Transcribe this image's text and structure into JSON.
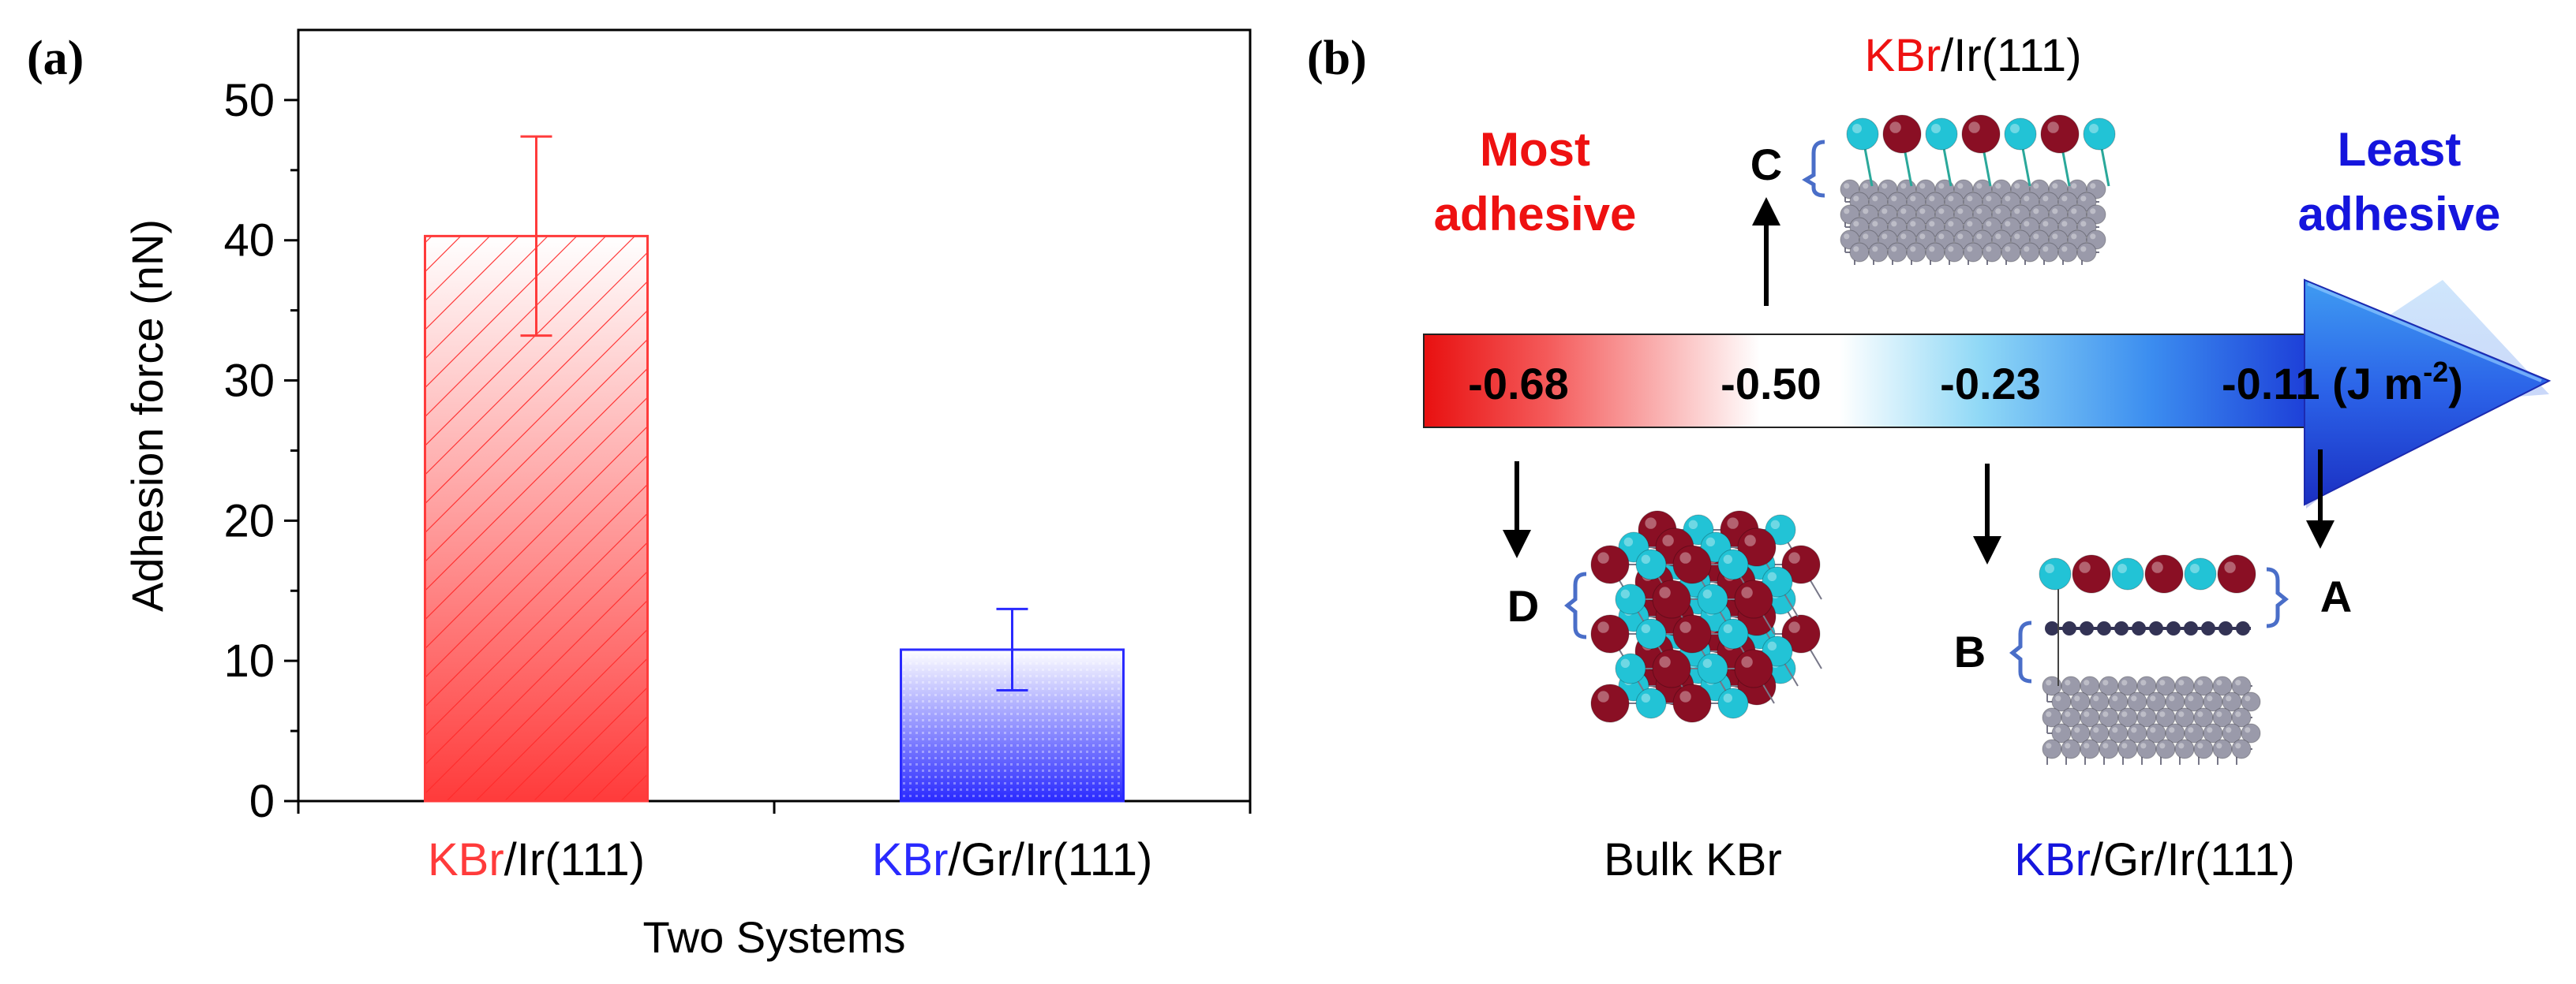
{
  "panel_a": {
    "label": "(a)",
    "chart_data": {
      "type": "bar",
      "categories": [
        "KBr/Ir(111)",
        "KBr/Gr/Ir(111)"
      ],
      "category_labels": [
        {
          "highlight": "KBr",
          "rest": "/Ir(111)"
        },
        {
          "highlight": "KBr",
          "rest": "/Gr/Ir(111)"
        }
      ],
      "values": [
        40.3,
        10.8
      ],
      "errors": [
        7.1,
        2.9
      ],
      "colors": [
        "#ff3b3b",
        "#2a2aff"
      ],
      "xlabel": "Two Systems",
      "ylabel": "Adhesion force (nN)",
      "ylim": [
        0,
        55
      ],
      "yticks": [
        0,
        10,
        20,
        30,
        40,
        50
      ],
      "grid": false
    }
  },
  "panel_b": {
    "label": "(b)",
    "most": {
      "line1": "Most",
      "line2": "adhesive",
      "color": "#ee1111"
    },
    "least": {
      "line1": "Least",
      "line2": "adhesive",
      "color": "#1515dd"
    },
    "arrow_values": [
      "-0.68",
      "-0.50",
      "-0.23",
      "-0.11"
    ],
    "unit": {
      "prefix": "(J m",
      "sup": "-2",
      "suffix": ")"
    },
    "letters": {
      "A": "A",
      "B": "B",
      "C": "C",
      "D": "D"
    },
    "labels": {
      "top": {
        "highlight": "KBr",
        "rest": "/Ir(111)"
      },
      "bulk": "Bulk KBr",
      "bottom": {
        "highlight": "KBr",
        "rest": "/Gr/Ir(111)"
      }
    },
    "colors": {
      "red": "#ee1111",
      "blue": "#1515dd",
      "k": "#8a0f24",
      "br": "#22c3d6",
      "ir": "#9a9aaa",
      "gr": "#333355"
    }
  }
}
